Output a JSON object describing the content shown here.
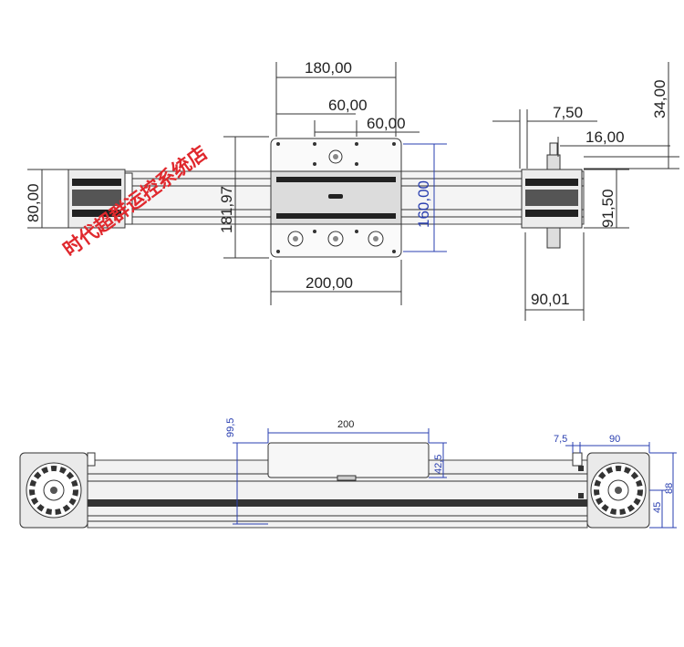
{
  "top_view": {
    "dims": {
      "carriage_span": "180,00",
      "hole_pitch_a": "60,00",
      "hole_pitch_b": "60,00",
      "offset_a": "7,50",
      "offset_b": "16,00",
      "shaft_height": "34,00",
      "end_height": "80,00",
      "carriage_height": "181,97",
      "plate_height": "160,00",
      "motor_block_height": "91,50",
      "plate_width": "200,00",
      "end_block_width": "90,01"
    }
  },
  "side_view": {
    "dims": {
      "total_height": "99,5",
      "plate_width": "200",
      "plate_thickness": "42,5",
      "gap": "7,5",
      "end_block_width": "90",
      "block_height": "88",
      "axis_height": "45"
    }
  },
  "watermark": "时代超群运控系统店",
  "colors": {
    "line": "#333333",
    "dimension_blue": "#2a3fb0",
    "watermark_red": "#e0282d"
  }
}
